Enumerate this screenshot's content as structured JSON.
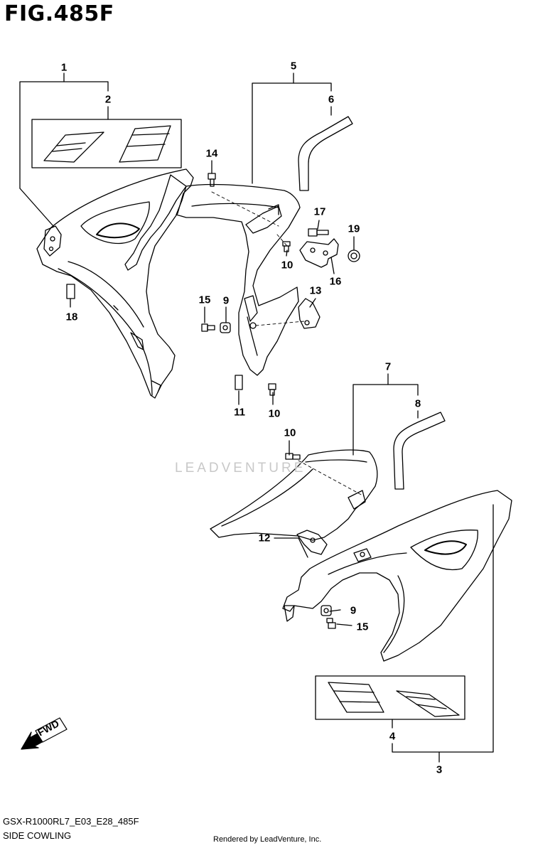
{
  "figure": {
    "title": "FIG.485F",
    "model_code": "GSX-R1000RL7_E03_E28_485F",
    "caption": "SIDE COWLING",
    "rendered_by": "Rendered by LeadVenture, Inc.",
    "watermark": "LEADVENTURE",
    "fwd_label": "FWD"
  },
  "callouts": {
    "c1": "1",
    "c2": "2",
    "c3": "3",
    "c4": "4",
    "c5": "5",
    "c6": "6",
    "c7": "7",
    "c8": "8",
    "c9a": "9",
    "c9b": "9",
    "c10a": "10",
    "c10b": "10",
    "c10c": "10",
    "c11": "11",
    "c12": "12",
    "c13": "13",
    "c14": "14",
    "c15a": "15",
    "c15b": "15",
    "c16": "16",
    "c17": "17",
    "c18": "18",
    "c19": "19"
  }
}
